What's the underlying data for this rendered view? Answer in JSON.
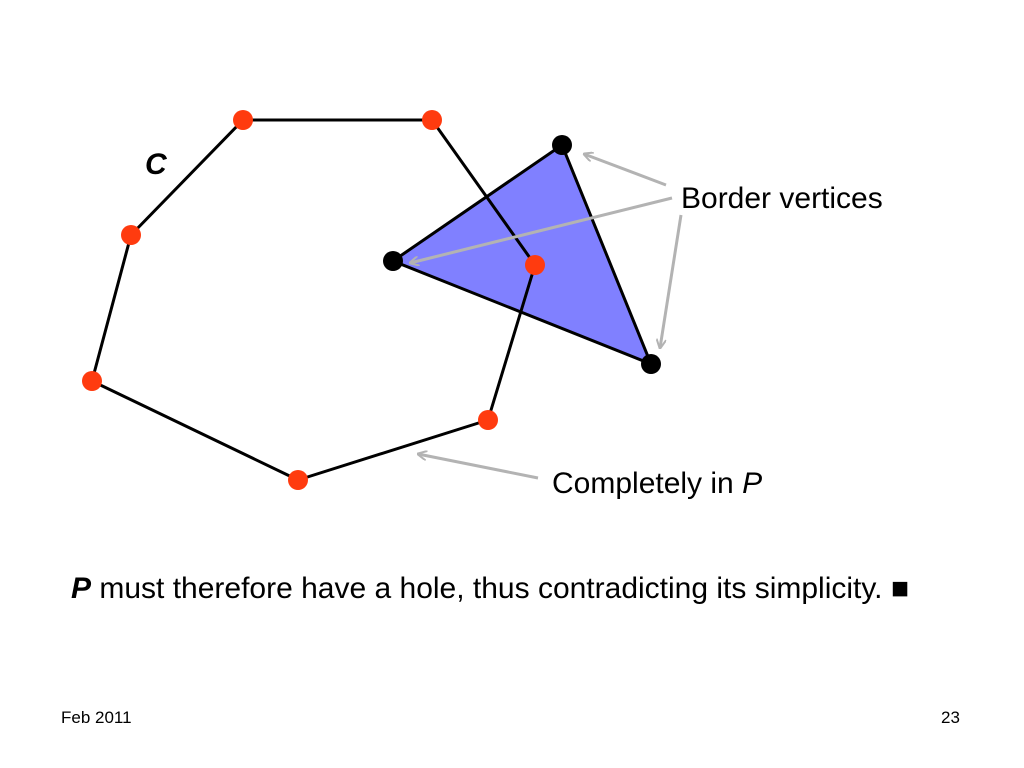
{
  "diagram": {
    "curve_label": "C",
    "border_label": "Border vertices",
    "complete_label_text": "Completely in ",
    "complete_label_var": "P",
    "colors": {
      "curve_vertex": "#ff3b0f",
      "triangle_fill": "#8080ff",
      "triangle_vertex": "#000000",
      "edge": "#000000",
      "arrow": "#b3b3b3"
    }
  },
  "statement": {
    "var": "P",
    "text": " must therefore have a hole, thus contradicting its simplicity. ■"
  },
  "footer": {
    "date": "Feb 2011",
    "page": "23"
  }
}
